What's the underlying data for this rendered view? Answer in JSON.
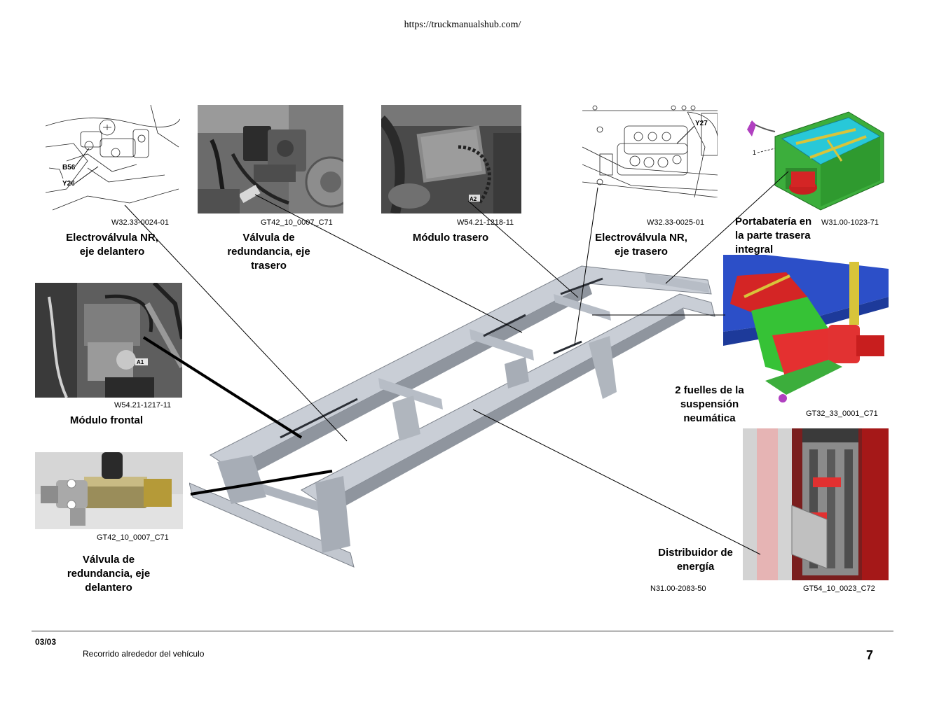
{
  "header": {
    "url": "https://truckmanualshub.com/"
  },
  "components": [
    {
      "id": "electrovalvula-nr-delantero",
      "ref": "W32.33-0024-01",
      "caption": "Electroválvula NR,\neje delantero",
      "callouts": [
        "B56",
        "Y26"
      ]
    },
    {
      "id": "valvula-redundancia-trasero",
      "ref": "GT42_10_0007_C71",
      "caption": "Válvula de\nredundancia, eje\ntrasero"
    },
    {
      "id": "modulo-trasero",
      "ref": "W54.21-1218-11",
      "caption": "Módulo trasero",
      "callouts": [
        "A2"
      ]
    },
    {
      "id": "electrovalvula-nr-trasero",
      "ref": "W32.33-0025-01",
      "caption": "Electroválvula NR,\neje trasero",
      "callouts": [
        "Y27"
      ]
    },
    {
      "id": "portabateria",
      "ref": "W31.00-1023-71",
      "caption": "Portabatería en\nla parte trasera\nintegral",
      "callouts": [
        "1"
      ]
    },
    {
      "id": "modulo-frontal",
      "ref": "W54.21-1217-11",
      "caption": "Módulo frontal",
      "callouts": [
        "A1"
      ]
    },
    {
      "id": "fuelles-suspension",
      "ref": "GT32_33_0001_C71",
      "caption": "2 fuelles de la\nsuspensión\nneumática"
    },
    {
      "id": "valvula-redundancia-delantero",
      "ref": "GT42_10_0007_C71",
      "caption": "Válvula de\nredundancia, eje\ndelantero"
    },
    {
      "id": "distribuidor-energia",
      "ref": "N31.00-2083-50",
      "ref2": "GT54_10_0023_C72",
      "caption": "Distribuidor de\nenergía"
    }
  ],
  "footer": {
    "date": "03/03",
    "title": "Recorrido alrededor del vehículo",
    "page": "7"
  }
}
